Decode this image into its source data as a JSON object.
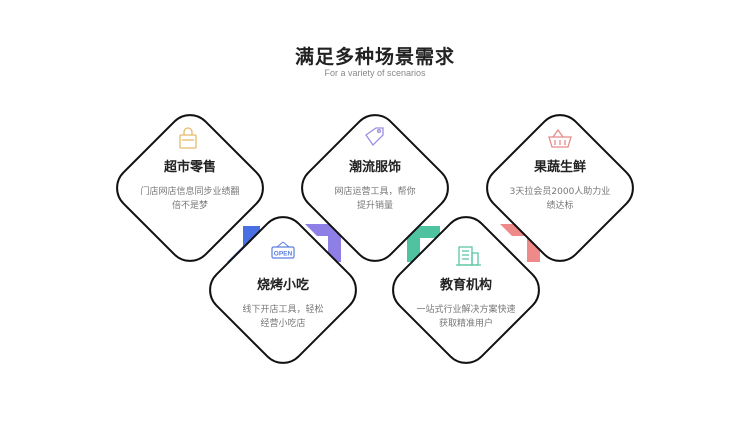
{
  "header": {
    "title": "满足多种场景需求",
    "subtitle": "For a variety of scenarios"
  },
  "cards": [
    {
      "title": "超市零售",
      "desc_lines": [
        "门店网店信息同步业绩翻",
        "倍不是梦"
      ],
      "icon": "shopping-bag-icon",
      "accent": "#e8b96b"
    },
    {
      "title": "潮流服饰",
      "desc_lines": [
        "网店运营工具，帮你",
        "提升销量"
      ],
      "icon": "price-tag-icon",
      "accent": "#9b8fe0"
    },
    {
      "title": "果蔬生鲜",
      "desc_lines": [
        "3天拉会员2000人助力业",
        "绩达标"
      ],
      "icon": "basket-icon",
      "accent": "#e88a8a"
    },
    {
      "title": "烧烤小吃",
      "desc_lines": [
        "线下开店工具，轻松",
        "经营小吃店"
      ],
      "icon": "open-sign-icon",
      "accent": "#5b7fe0"
    },
    {
      "title": "教育机构",
      "desc_lines": [
        "一站式行业解决方案快速",
        "获取精准用户"
      ],
      "icon": "building-icon",
      "accent": "#5cc7a8"
    }
  ],
  "colors": {
    "blue": "#4a6fe3",
    "purple": "#8e7fe6",
    "green": "#4fc3a0",
    "pink": "#ef8a8a",
    "outline": "#111111"
  },
  "open_sign_text": "OPEN"
}
